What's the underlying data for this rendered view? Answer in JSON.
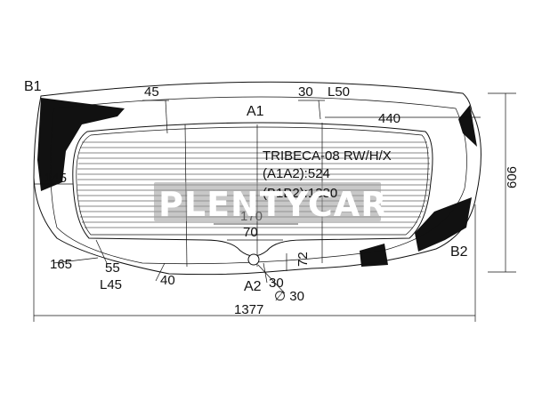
{
  "part": {
    "model_line": "TRIBECA-08 RW/H/X",
    "a1a2_line": "(A1A2):524",
    "b1b2_line": "(B1B2):1380"
  },
  "points": {
    "a1": "A1",
    "a2": "A2",
    "b1": "B1",
    "b2": "B2"
  },
  "dimensions": {
    "top_45": "45",
    "top_30": "30",
    "l50": "L50",
    "right_440": "440",
    "height_606": "606",
    "left_145": "145",
    "center_170": "170",
    "center_70": "70",
    "bottom_72": "72",
    "left_165": "165",
    "left_55": "55",
    "l45": "L45",
    "bottom_40": "40",
    "a2_30": "30",
    "diameter_30": "∅ 30",
    "width_1377": "1377"
  },
  "watermark": "PLENTYCAR",
  "colors": {
    "line": "#111111",
    "frit": "#111111",
    "watermark_box": "#9a9a9a"
  }
}
